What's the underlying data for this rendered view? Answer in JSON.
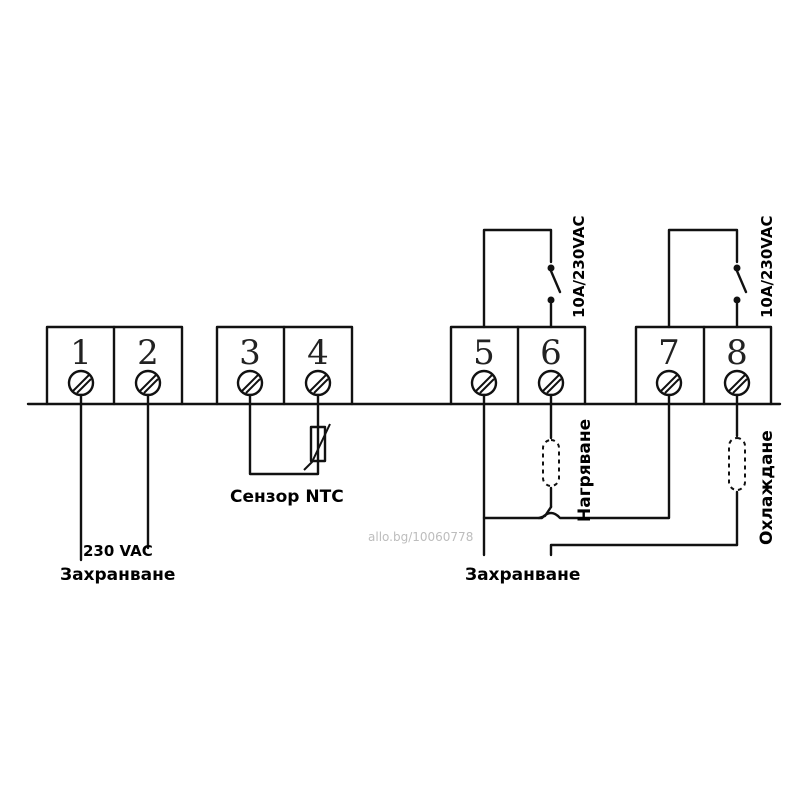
{
  "terminals": [
    "1",
    "2",
    "3",
    "4",
    "5",
    "6",
    "7",
    "8"
  ],
  "labels": {
    "supply_voltage": "230 VAC",
    "supply_left": "Захранване",
    "sensor": "Сензор NTC",
    "supply_right": "Захранване",
    "heating": "Нагряване",
    "cooling": "Охлаждане",
    "relay_heat_rating": "10A/230VAC",
    "relay_cool_rating": "10A/230VAC"
  },
  "watermark": "allo.bg/10060778"
}
